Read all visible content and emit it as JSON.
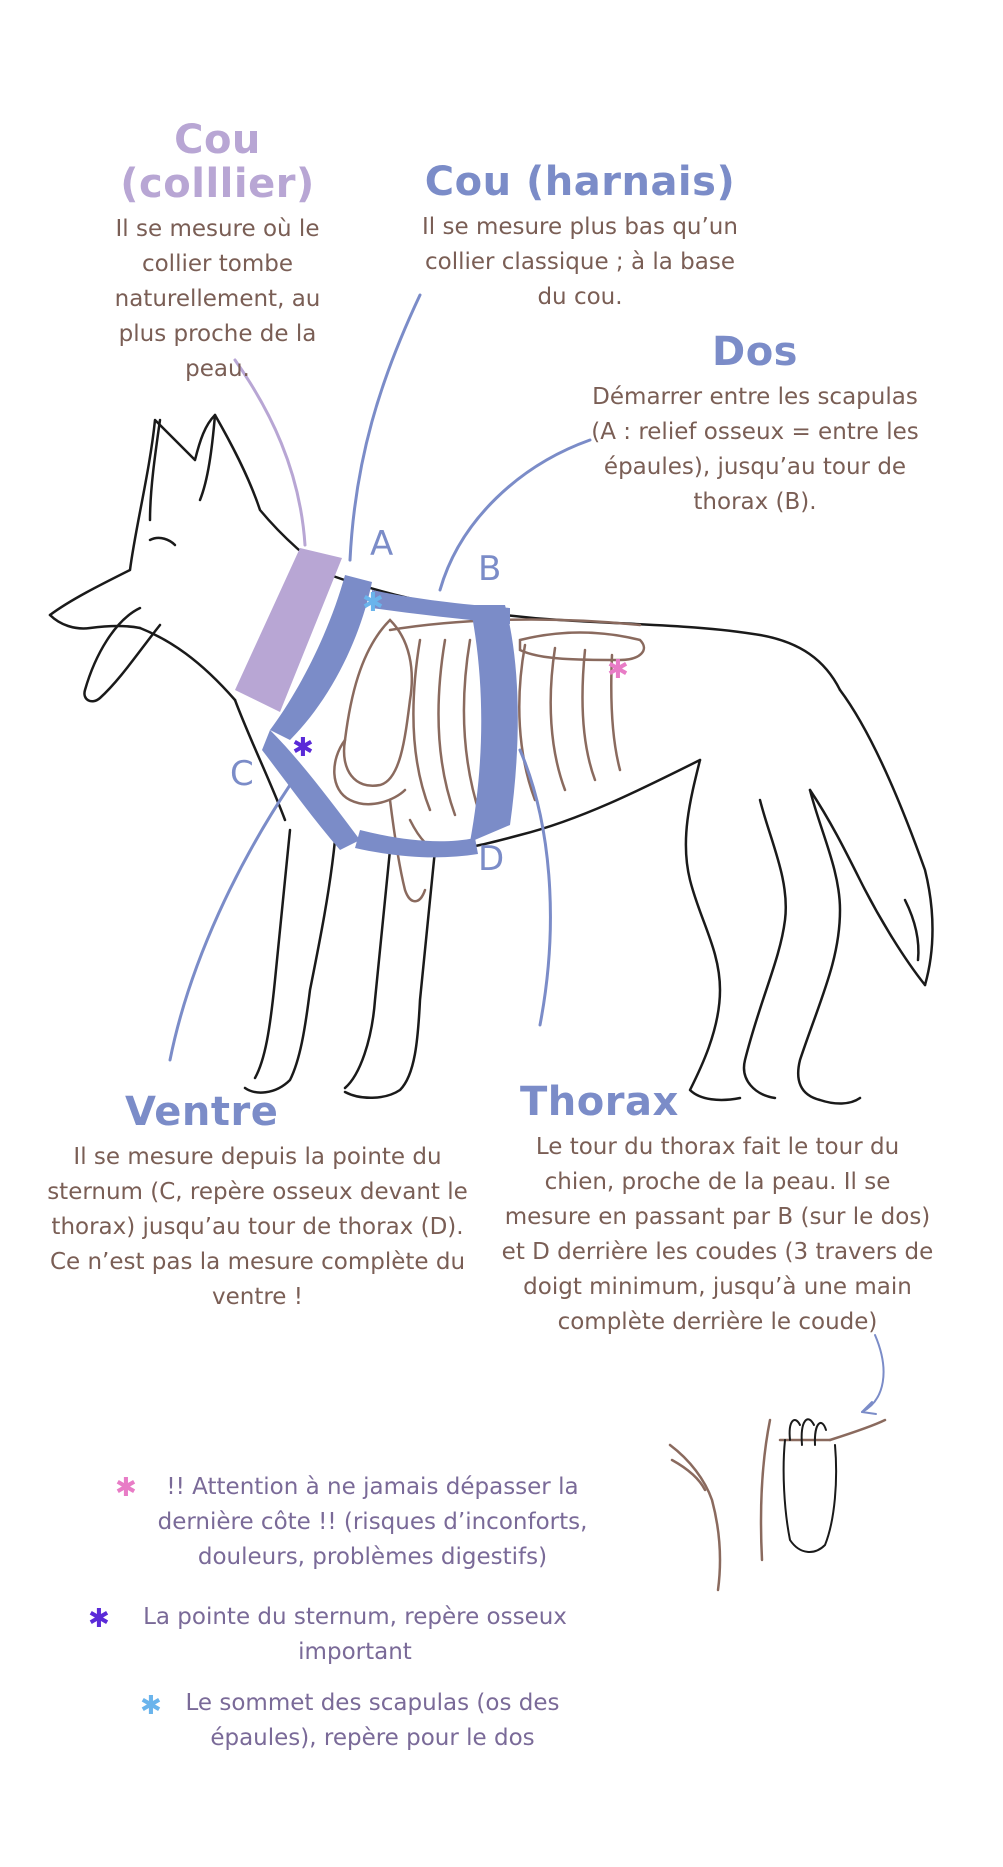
{
  "colors": {
    "collar": "#b8a6d4",
    "harness": "#7b8cc8",
    "bone": "#8a6a5e",
    "pink_star": "#e87cc6",
    "purple_star": "#5a2ad8",
    "blue_star": "#6ab4ec"
  },
  "sections": {
    "cou_collier": {
      "title": "Cou (colllier)",
      "text": "Il se mesure où le collier tombe naturellement, au plus proche de la peau."
    },
    "cou_harnais": {
      "title": "Cou (harnais)",
      "text": "Il se mesure plus bas qu’un collier classique ; à la base du cou."
    },
    "dos": {
      "title": "Dos",
      "text": "Démarrer entre les scapulas (A : relief osseux = entre les épaules), jusqu’au tour de thorax (B)."
    },
    "ventre": {
      "title": "Ventre",
      "text": "Il se mesure depuis la pointe du sternum (C, repère osseux devant le thorax) jusqu’au tour de thorax (D). Ce n’est pas la mesure complète du ventre !"
    },
    "thorax": {
      "title": "Thorax",
      "text": "Le tour du thorax fait le tour du chien, proche de la peau. Il se mesure en passant par B (sur le dos) et D derrière les coudes (3 travers de doigt minimum, jusqu’à une main complète derrière le coude)"
    }
  },
  "points": {
    "a": "A",
    "b": "B",
    "c": "C",
    "d": "D"
  },
  "legend": {
    "pink": "!! Attention à ne jamais dépasser la dernière côte !!  (risques d’inconforts, douleurs, problèmes digestifs)",
    "purple": "La pointe du sternum, repère osseux important",
    "blue": "Le sommet des scapulas (os des épaules), repère pour le dos"
  },
  "icons": {
    "star": "star-icon",
    "hand": "hand-measure-icon"
  }
}
